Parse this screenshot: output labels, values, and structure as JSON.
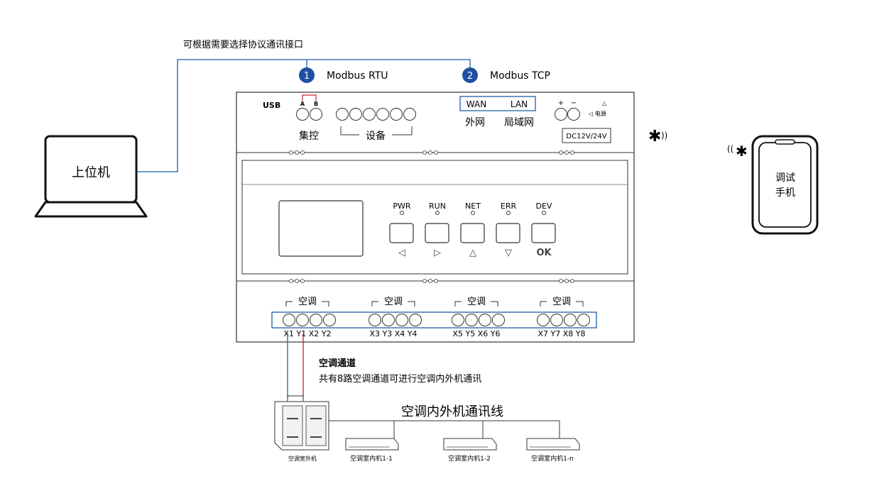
{
  "colors": {
    "line": "#1f5fa8",
    "red": "#c0262d",
    "badge": "#1f4fa0",
    "box": "#1f5fa8"
  },
  "top_note": "可根据需要选择协议通讯接口",
  "protocols": [
    {
      "num": "1",
      "name": "Modbus RTU"
    },
    {
      "num": "2",
      "name": "Modbus TCP"
    }
  ],
  "computer": {
    "label": "上位机"
  },
  "device": {
    "usb": "USB",
    "ab": [
      "A",
      "B"
    ],
    "jikong": "集控",
    "shebei": "设备",
    "wan": "WAN",
    "lan": "LAN",
    "waiwang": "外网",
    "juyuwang": "局域网",
    "power_symbols": [
      "+",
      "−"
    ],
    "power_label": "◁ 电源",
    "dc": "DC12V/24V",
    "leds": [
      "PWR",
      "RUN",
      "NET",
      "ERR",
      "DEV"
    ],
    "btn_symbols": [
      "◁",
      "▷",
      "△",
      "▽",
      "OK"
    ],
    "ac_groups": [
      {
        "title": "空调",
        "terms": "X1 Y1 X2 Y2"
      },
      {
        "title": "空调",
        "terms": "X3 Y3 X4 Y4"
      },
      {
        "title": "空调",
        "terms": "X5 Y5 X6 Y6"
      },
      {
        "title": "空调",
        "terms": "X7 Y7 X8 Y8"
      }
    ]
  },
  "phone": {
    "line1": "调试",
    "line2": "手机",
    "icon": "bluetooth-icon"
  },
  "channel": {
    "title": "空调通道",
    "desc": "共有8路空调通道可进行空调内外机通讯"
  },
  "bus_title": "空调内外机通讯线",
  "outdoor_label": "空调室外机",
  "indoor_units": [
    "空调室内机1-1",
    "空调室内机1-2",
    "空调室内机1-n"
  ]
}
